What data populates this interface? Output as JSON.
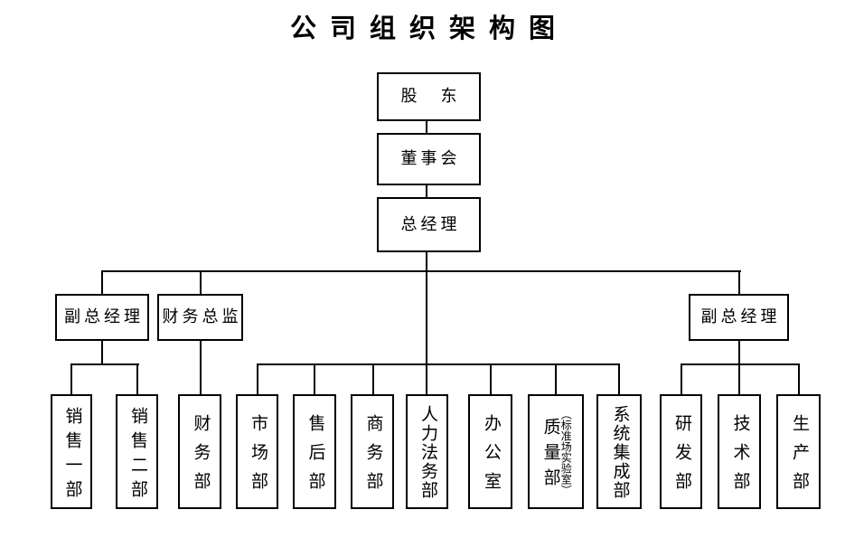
{
  "title": "公司组织架构图",
  "colors": {
    "line": "#000000",
    "background": "#ffffff",
    "text": "#000000"
  },
  "nodes": {
    "shareholders": {
      "label": "股　东"
    },
    "board": {
      "label": "董事会"
    },
    "general_manager": {
      "label": "总经理"
    },
    "vgm_left": {
      "label": "副总经理"
    },
    "cfo": {
      "label": "财务总监"
    },
    "vgm_right": {
      "label": "副总经理"
    },
    "sales1": {
      "label": "销售一部"
    },
    "sales2": {
      "label": "销售二部"
    },
    "finance": {
      "label": "财务部"
    },
    "marketing": {
      "label": "市场部"
    },
    "aftersales": {
      "label": "售后部"
    },
    "business": {
      "label": "商务部"
    },
    "hr_legal": {
      "label": "人力法务部"
    },
    "office": {
      "label": "办公室"
    },
    "quality": {
      "label": "质量部",
      "annotation": "（标准场实验室）"
    },
    "system_integration": {
      "label": "系统集成部"
    },
    "rnd": {
      "label": "研发部"
    },
    "tech": {
      "label": "技术部"
    },
    "production": {
      "label": "生产部"
    }
  },
  "edges": [
    [
      "shareholders",
      "board"
    ],
    [
      "board",
      "general_manager"
    ],
    [
      "general_manager",
      "vgm_left"
    ],
    [
      "general_manager",
      "cfo"
    ],
    [
      "general_manager",
      "vgm_right"
    ],
    [
      "general_manager",
      "marketing"
    ],
    [
      "general_manager",
      "aftersales"
    ],
    [
      "general_manager",
      "business"
    ],
    [
      "general_manager",
      "hr_legal"
    ],
    [
      "general_manager",
      "office"
    ],
    [
      "general_manager",
      "quality"
    ],
    [
      "general_manager",
      "system_integration"
    ],
    [
      "vgm_left",
      "sales1"
    ],
    [
      "vgm_left",
      "sales2"
    ],
    [
      "cfo",
      "finance"
    ],
    [
      "vgm_right",
      "rnd"
    ],
    [
      "vgm_right",
      "tech"
    ],
    [
      "vgm_right",
      "production"
    ]
  ]
}
